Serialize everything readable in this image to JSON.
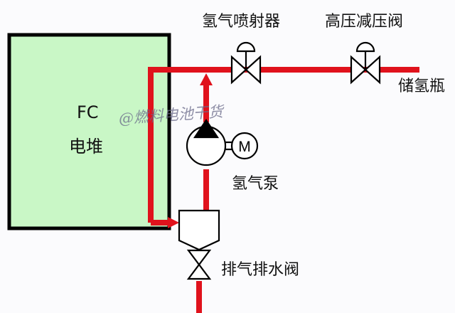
{
  "diagram": {
    "title": "Fuel cell hydrogen recirculation system",
    "colors": {
      "pipe": "#e0121c",
      "stack_fill": "#c9f7c6",
      "stroke": "#000000",
      "background": "#fbfbfd"
    },
    "components": {
      "stack": {
        "line1": "FC",
        "line2": "电堆"
      },
      "injector": {
        "label": "氢气喷射器"
      },
      "pressure_reducer": {
        "label": "高压减压阀"
      },
      "tank": {
        "label": "储氢瓶"
      },
      "pump": {
        "label": "氢气泵",
        "motor_symbol": "M"
      },
      "purge_valve": {
        "label": "排气排水阀"
      }
    },
    "watermark": "@燃料电池干货"
  }
}
